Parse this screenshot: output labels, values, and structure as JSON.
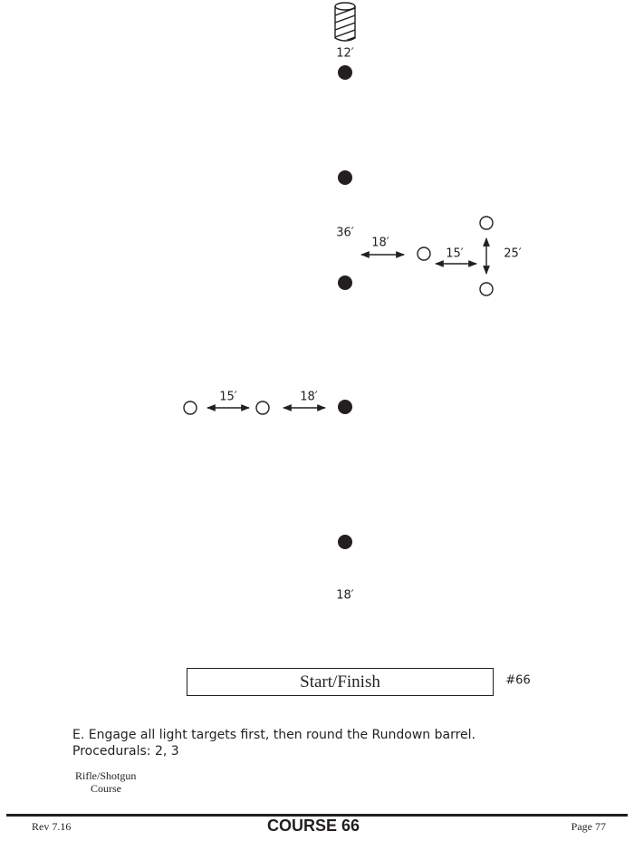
{
  "diagram": {
    "barrel_label": "12′",
    "center_distance": "36′",
    "right_dist_1": "18′",
    "right_dist_2": "15′",
    "right_vertical": "25′",
    "left_dist_1": "15′",
    "left_dist_2": "18′",
    "bottom_distance": "18′",
    "start_finish": "Start/Finish",
    "course_number": "#66"
  },
  "instructions": {
    "line1": "E. Engage all light targets first, then round the Rundown barrel.",
    "line2": "Procedurals: 2, 3"
  },
  "category": {
    "line1": "Rifle/Shotgun",
    "line2": "Course"
  },
  "footer": {
    "rev": "Rev 7.16",
    "title": "COURSE 66",
    "page": "Page 77"
  }
}
